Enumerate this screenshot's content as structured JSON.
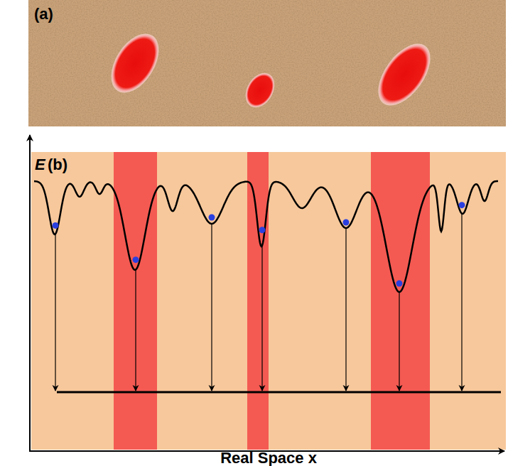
{
  "diagram": {
    "labels": [
      "(a)",
      "E",
      "(b)",
      "Real Space x"
    ]
  }
}
